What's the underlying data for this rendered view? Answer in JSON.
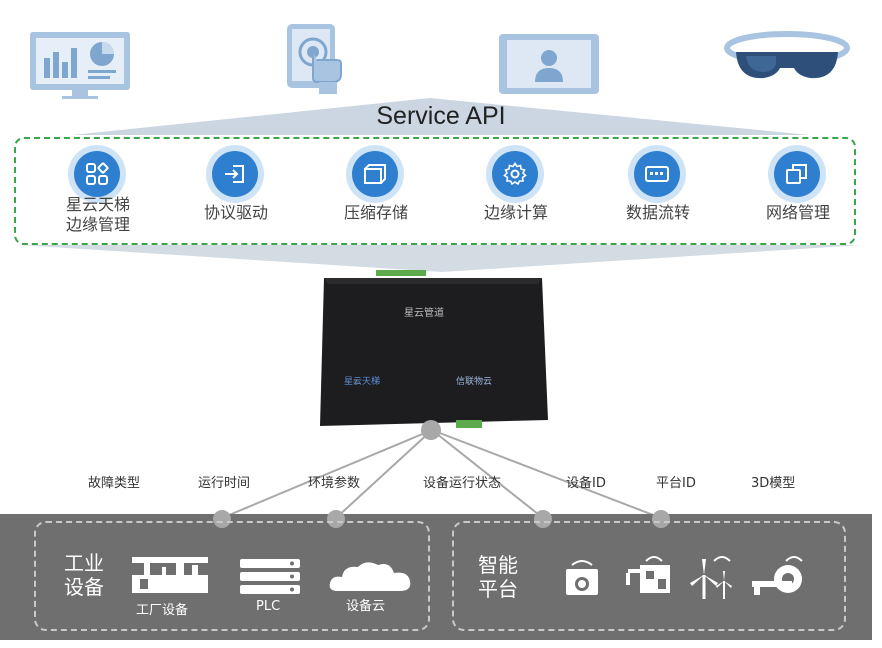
{
  "header": {
    "api_title": "Service API"
  },
  "top_icons": [
    "dashboard-monitor-icon",
    "tablet-touch-icon",
    "video-screen-icon",
    "vr-headset-icon"
  ],
  "services": [
    {
      "label": "星云天梯\n边缘管理",
      "icon": "apps-icon"
    },
    {
      "label": "协议驱动",
      "icon": "login-icon"
    },
    {
      "label": "压缩存储",
      "icon": "storage-box-icon"
    },
    {
      "label": "边缘计算",
      "icon": "gear-icon"
    },
    {
      "label": "数据流转",
      "icon": "data-flow-icon"
    },
    {
      "label": "网络管理",
      "icon": "windows-icon"
    }
  ],
  "device": {
    "label_top": "星云管道",
    "brand_left": "星云天梯",
    "brand_right": "信联物云"
  },
  "keywords": [
    "故障类型",
    "运行时间",
    "环境参数",
    "设备运行状态",
    "设备ID",
    "平台ID",
    "3D模型"
  ],
  "groups": {
    "industrial": {
      "title": "工业\n设备",
      "devices": [
        "工厂设备",
        "PLC",
        "设备云"
      ]
    },
    "smart": {
      "title": "智能\n平台",
      "devices": []
    }
  },
  "colors": {
    "accent_blue": "#2f7fd0",
    "dashed_green": "#3aa64a",
    "band_gray": "#6f6f6f",
    "funnel": "#cbd6e2",
    "hub": "#a8a8a8"
  }
}
